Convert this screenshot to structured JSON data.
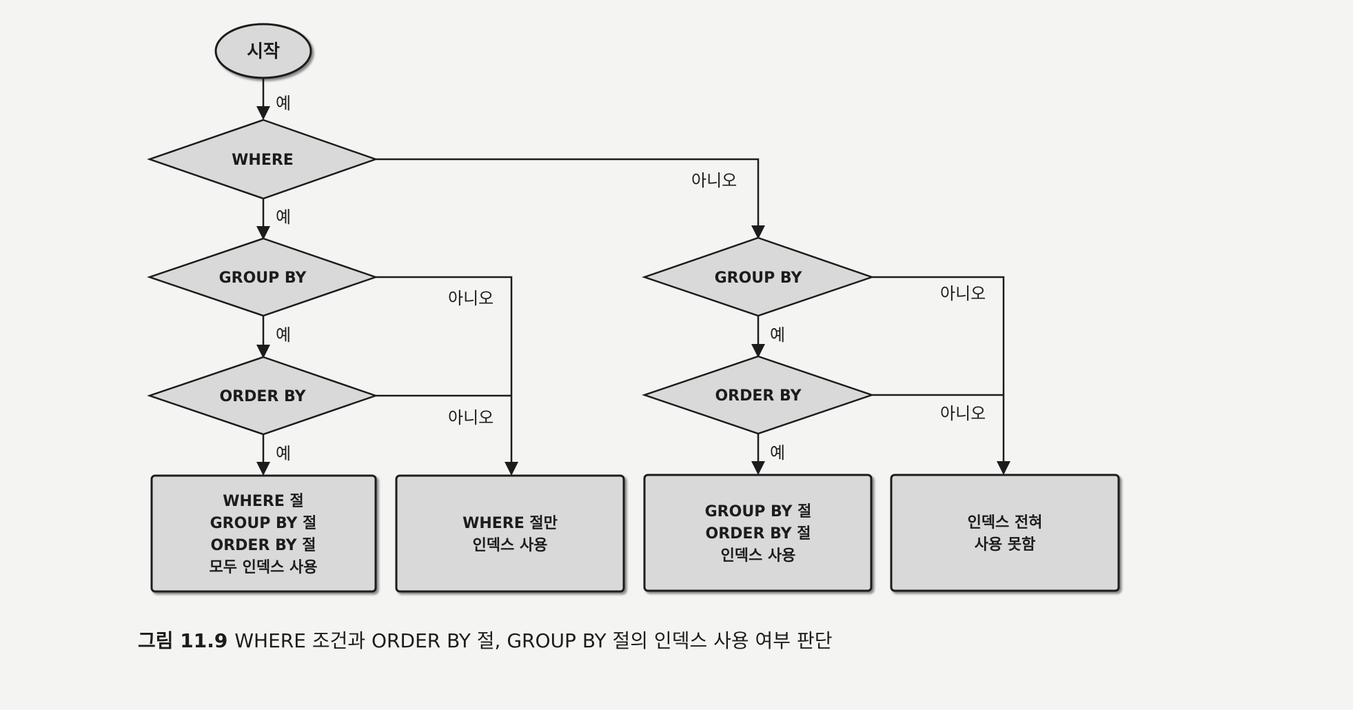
{
  "start": "시작",
  "labels": {
    "yes": "예",
    "no": "아니오"
  },
  "decisions": {
    "where": "WHERE",
    "group_by_left": "GROUP BY",
    "order_by_left": "ORDER BY",
    "group_by_right": "GROUP BY",
    "order_by_right": "ORDER BY"
  },
  "results": [
    {
      "lines": [
        "WHERE 절",
        "GROUP BY 절",
        "ORDER BY 절",
        "모두 인덱스 사용"
      ]
    },
    {
      "lines": [
        "WHERE 절만",
        "인덱스 사용"
      ]
    },
    {
      "lines": [
        "GROUP BY 절",
        "ORDER BY 절",
        "인덱스 사용"
      ]
    },
    {
      "lines": [
        "인덱스 전혀",
        "사용 못함"
      ]
    }
  ],
  "caption": {
    "number": "그림 11.9",
    "text": "WHERE 조건과 ORDER BY 절, GROUP BY 절의 인덱스 사용 여부 판단"
  },
  "colors": {
    "fill": "#d9d9d9",
    "stroke": "#1c1c1c",
    "background": "#f4f4f2"
  }
}
